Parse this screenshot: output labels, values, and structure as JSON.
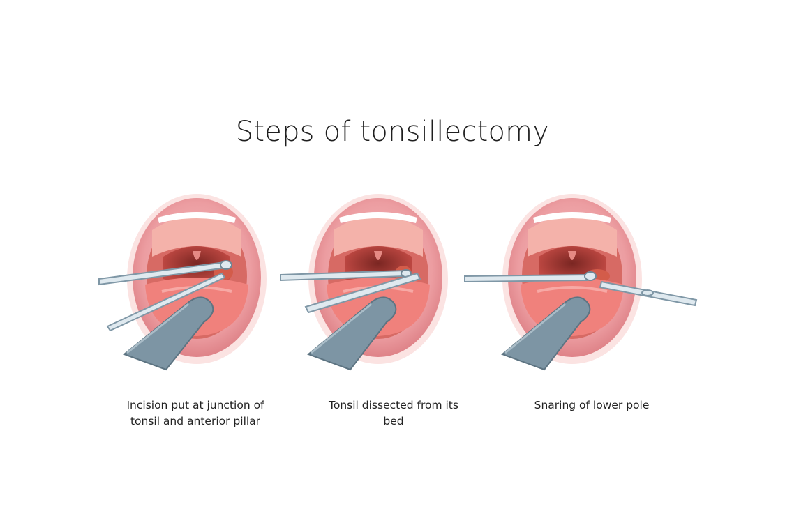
{
  "title": "Steps of tonsillectomy",
  "steps": [
    {
      "caption_lines": [
        "Incision put at junction of",
        "tonsil and anterior pillar"
      ]
    },
    {
      "caption_lines": [
        "Tonsil dissected from its",
        "bed"
      ]
    },
    {
      "caption_lines": [
        "Snaring of lower pole"
      ]
    }
  ],
  "colors": {
    "lips": "#e58e93",
    "lips_highlight": "#f4b9bb",
    "mouth_interior": "#b8433e",
    "throat": "#6b1f1c",
    "tongue": "#f07e7a",
    "teeth": "#ffffff",
    "instrument_light": "#dfe9ef",
    "instrument_dark": "#7f97a6",
    "tongue_depressor": "#7d95a4"
  },
  "icons": {
    "panel_1": "mouth-forceps-incision-illustration",
    "panel_2": "mouth-tonsil-dissection-illustration",
    "panel_3": "mouth-snare-lower-pole-illustration"
  }
}
